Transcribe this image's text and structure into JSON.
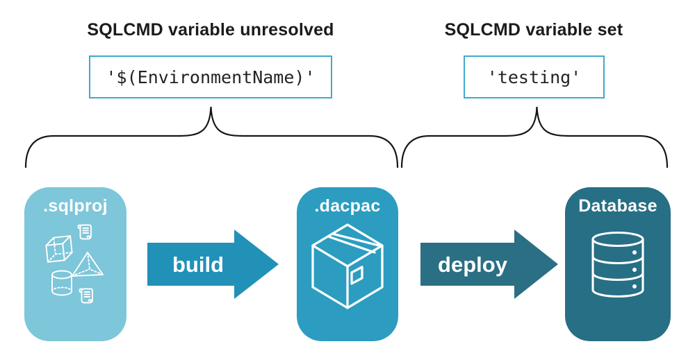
{
  "headings": {
    "unresolved": "SQLCMD variable unresolved",
    "set": "SQLCMD variable set"
  },
  "values": {
    "unresolved": "'$(EnvironmentName)'",
    "set": "'testing'"
  },
  "cards": [
    {
      "label": ".sqlproj",
      "icon": "sql-objects-icon",
      "color": "#7EC6DA"
    },
    {
      "label": ".dacpac",
      "icon": "package-box-icon",
      "color": "#2C9DC0"
    },
    {
      "label": "Database",
      "icon": "database-icon",
      "color": "#276F85"
    }
  ],
  "arrows": [
    {
      "label": "build",
      "color": "#2191B8"
    },
    {
      "label": "deploy",
      "color": "#2A6F84"
    }
  ],
  "colors": {
    "box_border": "#3FA9CB",
    "brace": "#161616",
    "heading_text": "#1B1B1B",
    "code_text": "#232323",
    "card_text": "#FFFFFF",
    "background": "#FFFFFF"
  }
}
